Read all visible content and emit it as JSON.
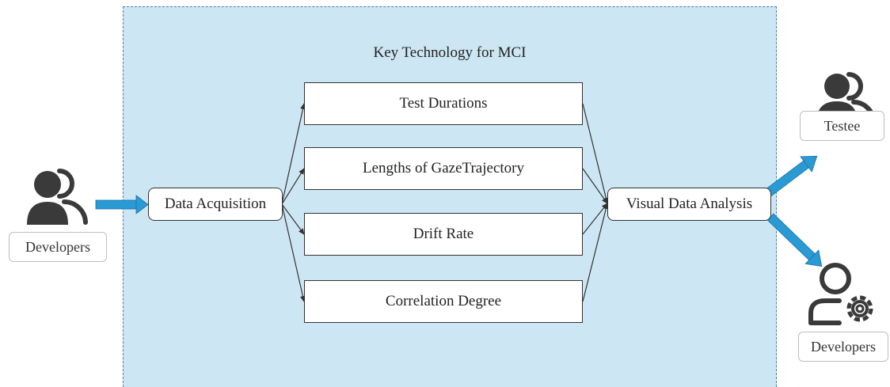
{
  "title": "Key Technology for MCI",
  "input_node": "Data Acquisition",
  "output_node": "Visual Data Analysis",
  "metrics": [
    "Test Durations",
    "Lengths of GazeTrajectory",
    "Drift Rate",
    "Correlation Degree"
  ],
  "actors": {
    "developers_left": "Developers",
    "testee": "Testee",
    "developers_right": "Developers"
  },
  "icons": {
    "developers_left": "users-icon",
    "testee": "users-icon",
    "developers_right": "user-gear-icon"
  },
  "colors": {
    "region_fill": "#cde6f3",
    "region_border": "#4a7fa9",
    "big_arrow": "#2a9ad4",
    "icon": "#3a3a3a"
  }
}
